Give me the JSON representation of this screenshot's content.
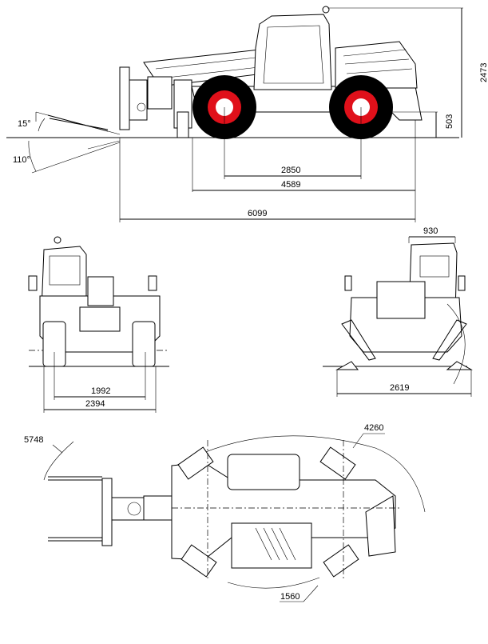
{
  "side_view": {
    "height_overall": "2473",
    "ground_clearance": "503",
    "wheelbase": "2850",
    "length_body": "4589",
    "length_overall": "6099",
    "fork_tilt_up": "15°",
    "fork_tilt_down": "110°"
  },
  "front_view": {
    "track_width": "1992",
    "overall_width": "2394"
  },
  "rear_view": {
    "cab_width": "930",
    "width_with_outriggers": "2619"
  },
  "top_view": {
    "outer_turning_radius_forks": "5748",
    "outer_turning_radius_body": "4260",
    "inner_turning_radius": "1560"
  },
  "colors": {
    "wheel_hub": "#e0101a",
    "tire": "#000000"
  }
}
